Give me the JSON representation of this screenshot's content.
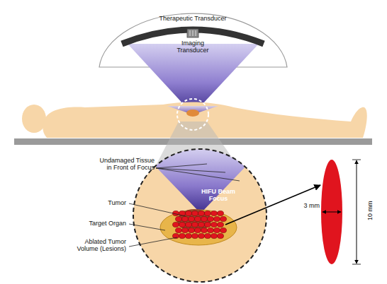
{
  "diagram": {
    "labels": [
      "Therapeutic Transducer",
      "Imaging Transducer",
      "Undamaged Tissue in Front of Focus",
      "Tumor",
      "Target Organ",
      "HIFU Beam Focus",
      "Ablated Tumor Volume (Lesions)",
      "3 mm",
      "10 mm"
    ]
  }
}
